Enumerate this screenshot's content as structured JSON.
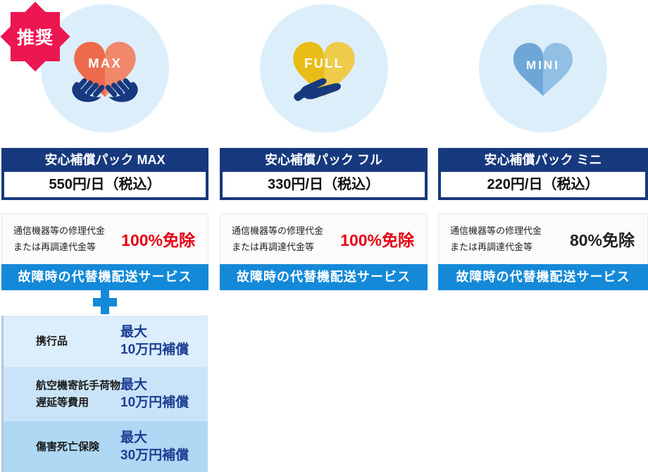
{
  "badge": {
    "label": "推奨"
  },
  "columns": [
    {
      "name": "max",
      "icon_label": "MAX",
      "title": "安心補償パック MAX",
      "price": "550円/日（税込）",
      "coverage_line1": "通信機器等の修理代金",
      "coverage_line2": "または再調達代金等",
      "coverage_value": "100%免除",
      "service_label": "故障時の代替機配送サービス",
      "extra_rows": [
        {
          "label_line1": "携行品",
          "label_line2": "",
          "value_line1": "最大",
          "value_line2": "10万円補償"
        },
        {
          "label_line1": "航空機寄託手荷物",
          "label_line2": "遅延等費用",
          "value_line1": "最大",
          "value_line2": "10万円補償"
        },
        {
          "label_line1": "傷害死亡保険",
          "label_line2": "",
          "value_line1": "最大",
          "value_line2": "30万円補償"
        }
      ]
    },
    {
      "name": "full",
      "icon_label": "FULL",
      "title": "安心補償パック フル",
      "price": "330円/日（税込）",
      "coverage_line1": "通信機器等の修理代金",
      "coverage_line2": "または再調達代金等",
      "coverage_value": "100%免除",
      "service_label": "故障時の代替機配送サービス"
    },
    {
      "name": "mini",
      "icon_label": "MINI",
      "title": "安心補償パック ミニ",
      "price": "220円/日（税込）",
      "coverage_line1": "通信機器等の修理代金",
      "coverage_line2": "または再調達代金等",
      "coverage_value": "80%免除",
      "service_label": "故障時の代替機配送サービス"
    }
  ],
  "colors": {
    "navy": "#17397d",
    "bright_blue": "#1489d8",
    "badge_red": "#ec1651",
    "exempt_red": "#e60012",
    "circle_bg": "#ddeefb",
    "heart_max_left": "#ed6a4b",
    "heart_max_right": "#f1876b",
    "heart_full_left": "#e9bd17",
    "heart_full_right": "#eecb4b",
    "heart_mini_left": "#6ea7d7",
    "heart_mini_right": "#92bfe4",
    "extra_row_backgrounds": [
      "#dcedfb",
      "#c9e4f9",
      "#aed8f3"
    ]
  }
}
